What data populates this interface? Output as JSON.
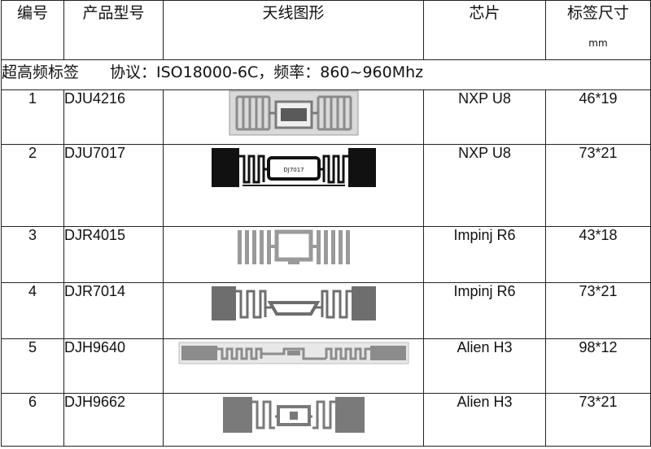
{
  "table": {
    "headers": {
      "no": "编号",
      "model": "产品型号",
      "antenna": "天线图形",
      "chip": "芯片",
      "size": "标签尺寸",
      "size_unit": "mm"
    },
    "band": {
      "name": "超高频标签",
      "protocol": "协议：ISO18000-6C，频率：860~960Mhz"
    },
    "rows": [
      {
        "no": "1",
        "model": "DJU4216",
        "chip": "NXP U8",
        "size": "46*19",
        "antenna_label": ""
      },
      {
        "no": "2",
        "model": "DJU7017",
        "chip": "NXP U8",
        "size": "73*21",
        "antenna_label": "DJ7017"
      },
      {
        "no": "3",
        "model": "DJR4015",
        "chip": "Impinj R6",
        "size": "43*18",
        "antenna_label": ""
      },
      {
        "no": "4",
        "model": "DJR7014",
        "chip": "Impinj R6",
        "size": "73*21",
        "antenna_label": ""
      },
      {
        "no": "5",
        "model": "DJH9640",
        "chip": "Alien H3",
        "size": "98*12",
        "antenna_label": ""
      },
      {
        "no": "6",
        "model": "DJH9662",
        "chip": "Alien H3",
        "size": "73*21",
        "antenna_label": ""
      }
    ]
  }
}
